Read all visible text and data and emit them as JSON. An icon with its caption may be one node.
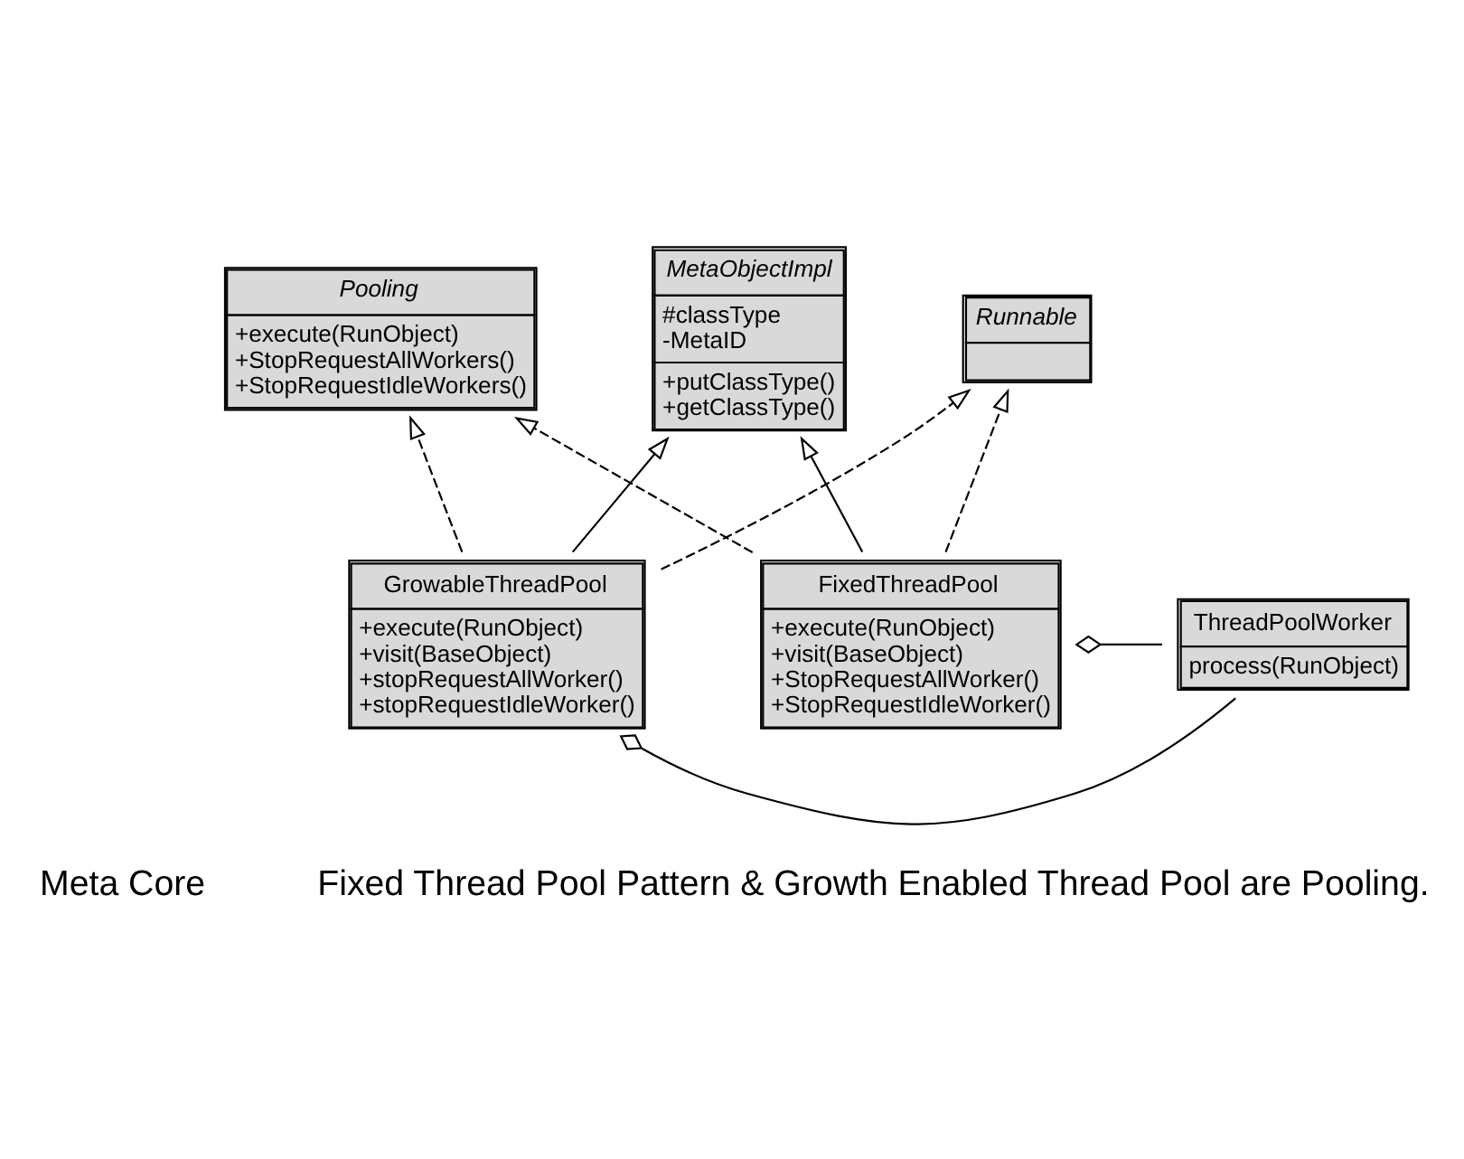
{
  "diagram": {
    "nodes": [
      {
        "text": [
          "Pooling",
          "+execute(RunObject) +StopRequestAllWorkers() +StopRequestIdleWorkers()"
        ]
      },
      {
        "text": [
          "MetaObjectImpl",
          "#classType -MetaID",
          "+putClassType() +getClassType()"
        ]
      },
      {
        "text": [
          "Runnable"
        ]
      },
      {
        "text": [
          "FixedThreadPool",
          "+execute(RunObject) +visit(BaseObject) +StopRequestAllWorker() +StopRequestIdleWorker()"
        ]
      },
      {
        "text": [
          "ThreadPoolWorker",
          "process(RunObject)"
        ]
      },
      {
        "text": [
          "GrowableThreadPool",
          "+execute(RunObject) +visit(BaseObject) +stopRequestAllWorker() +stopRequestIdleWorker()"
        ]
      }
    ],
    "edges": [
      {
        "from": 3,
        "to": 1,
        "arrow": "to"
      },
      {
        "from": 5,
        "to": 1,
        "arrow": "to"
      },
      {
        "from": 3,
        "to": 0,
        "arrow": "to",
        "style": "dashed"
      },
      {
        "from": 5,
        "to": 0,
        "arrow": "to",
        "style": "dashed"
      },
      {
        "from": 3,
        "to": 2,
        "arrow": "to",
        "style": "dashed"
      },
      {
        "from": 5,
        "to": 2,
        "arrow": "to",
        "style": "dashed"
      },
      {
        "from": 4,
        "to": 3,
        "arrow": "other"
      },
      {
        "from": 4,
        "to": 5,
        "arrow": "other"
      }
    ],
    "labels": [
      "Meta Core",
      "Fixed Thread Pool Pattern & Growth Enabled Thread Pool are Pooling."
    ]
  }
}
